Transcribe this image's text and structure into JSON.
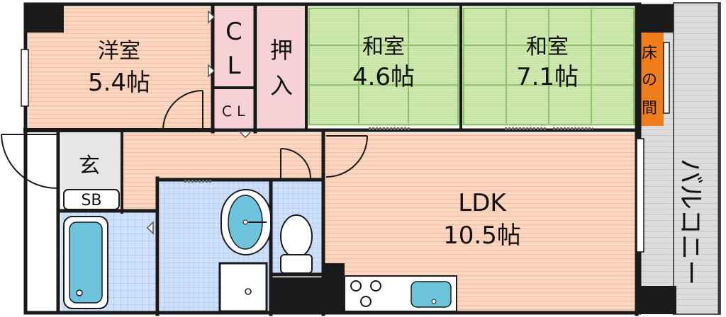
{
  "rooms": {
    "western": {
      "name": "洋室",
      "size": "5.4帖"
    },
    "washitsu_a": {
      "name": "和室",
      "size": "4.6帖"
    },
    "washitsu_b": {
      "name": "和室",
      "size": "7.1帖"
    },
    "ldk": {
      "name": "LDK",
      "size": "10.5帖"
    },
    "closet_large": {
      "line1": "C",
      "line2": "L"
    },
    "closet_small": {
      "label": "ＣＬ"
    },
    "oshiire": {
      "line1": "押",
      "line2": "入"
    },
    "tokonoma": {
      "line1": "床",
      "line2": "の",
      "line3": "間"
    },
    "entrance": {
      "label": "玄"
    },
    "shoe_box": {
      "label": "SB"
    },
    "balcony": {
      "label": "バルコニー"
    }
  },
  "colors": {
    "wall": "#1a1a1a",
    "floor_wood": "#fbd5bf",
    "floor_wood_line": "#f1bea2",
    "tatami": "#cfe9b1",
    "tatami_line": "#8fc36a",
    "oshiire": "#f6d2d7",
    "closet": "#f6d2d7",
    "wet_tile": "#cfe0fb",
    "wet_tile_line": "#9ebef2",
    "tokonoma": "#f07d1c",
    "balcony": "#dcdcdc",
    "fixture": "#6ec3dc"
  }
}
